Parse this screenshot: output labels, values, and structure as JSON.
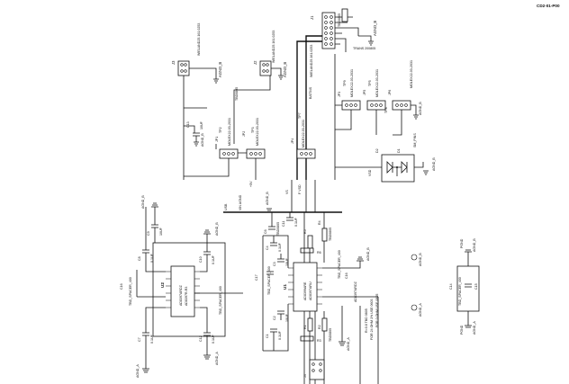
{
  "drawing": {
    "number": "CD2-01-P00"
  },
  "connectors": {
    "j1": {
      "ref": "J1"
    },
    "j2": {
      "ref": "J2",
      "part": "WIELAND25.161.0253"
    },
    "j3": {
      "ref": "J3",
      "part": "WIELAND25.161.0253"
    },
    "j4": {
      "ref": "J4",
      "part": "WIELAND25.161.0253"
    },
    "jp1": {
      "ref": "JP1",
      "part": "MOLEX22-03-2031"
    },
    "jp2": {
      "ref": "JP2",
      "part": "MOLEX22-03-2031"
    },
    "jp3": {
      "ref": "JP3",
      "part": "MOLEX22-03-2031"
    },
    "jp4": {
      "ref": "JP4",
      "part": "MOLEX22-03-2031"
    },
    "jp5": {
      "ref": "JP5",
      "part": "MOLEX22-03-2031"
    },
    "jp6": {
      "ref": "JP6",
      "part": "MOLEX22-03-2031"
    }
  },
  "test_points": {
    "tp2": "TP2",
    "tp3": "TP3",
    "tp5": "TP5",
    "tp7": "TP7",
    "tp9": "TP9",
    "tp8": "TP8"
  },
  "ics": {
    "u1": {
      "ref": "U1",
      "part": "AD8399ARE",
      "alt": "AD8397ARU"
    },
    "u2": {
      "ref": "U2",
      "part": "AD8397ARDZ",
      "alt": "AD8397R-R3"
    }
  },
  "passives": {
    "c1": "C1",
    "c2": "C2",
    "c3": "C3",
    "c4": "C4",
    "c5": "C5",
    "c6": "C6",
    "c7": "C7",
    "c8": "C8",
    "c9": "C9",
    "c10": "C10",
    "c11": "C11",
    "c12": "C12",
    "c13": "C13",
    "c14": "C14",
    "c15": "C15",
    "c16": "C16",
    "c17": "C17",
    "r1": "R1",
    "r2": "R2",
    "r3": "R3",
    "r4": "R4",
    "r5": "R5",
    "r6": "R6",
    "d1": "D1",
    "d2": "D2",
    "v_10uf": "10UF",
    "v_01uf": "0.1UF",
    "v_tbd": "TBD0805",
    "spacer": "TBD_SPACER_400",
    "sm_pins": "SM_PINS",
    "diode_part": "BAT54S"
  },
  "nets": {
    "agnd_b": "AGND_B",
    "agnd_a": "AGND_A",
    "pgnd": "PGND",
    "vsd": "VSD",
    "fvsd": "F VSD",
    "usb": "USB",
    "vs": "VS",
    "v5": "+5V",
    "vin_agnd": "VIN AGND"
  },
  "notes": {
    "note1": "FOR 24 OHM 1% USE 0603",
    "note2": "FOR 0 OHM USE 0805",
    "note3": "R=0.8 TBD 0805",
    "note4": "TRANS 200805"
  }
}
